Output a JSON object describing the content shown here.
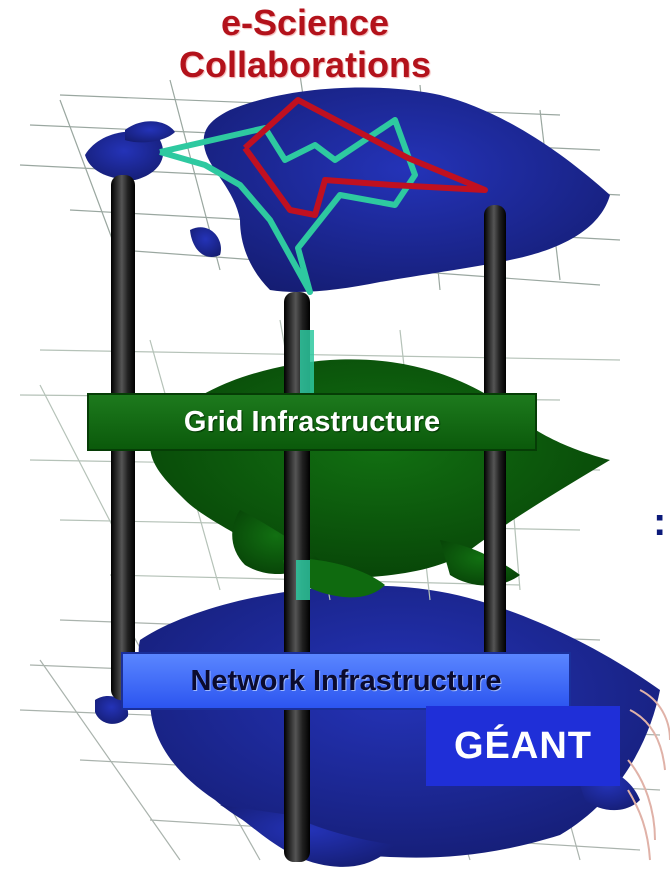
{
  "title": {
    "line1": "e-Science",
    "line2": "Collaborations"
  },
  "layers": {
    "grid": {
      "label": "Grid Infrastructure"
    },
    "network": {
      "label": "Network Infrastructure"
    }
  },
  "badge": {
    "label": "GÉANT"
  },
  "edge_mark": ":",
  "colors": {
    "map_blue": "#1e2a9c",
    "map_green": "#0d5c0d",
    "title_red": "#b3121b",
    "collab_red": "#c01020",
    "collab_teal": "#2ec9a0",
    "badge_blue": "#1f2fd8",
    "grid_line": "#9aa7a0",
    "pillar": "#111111"
  }
}
